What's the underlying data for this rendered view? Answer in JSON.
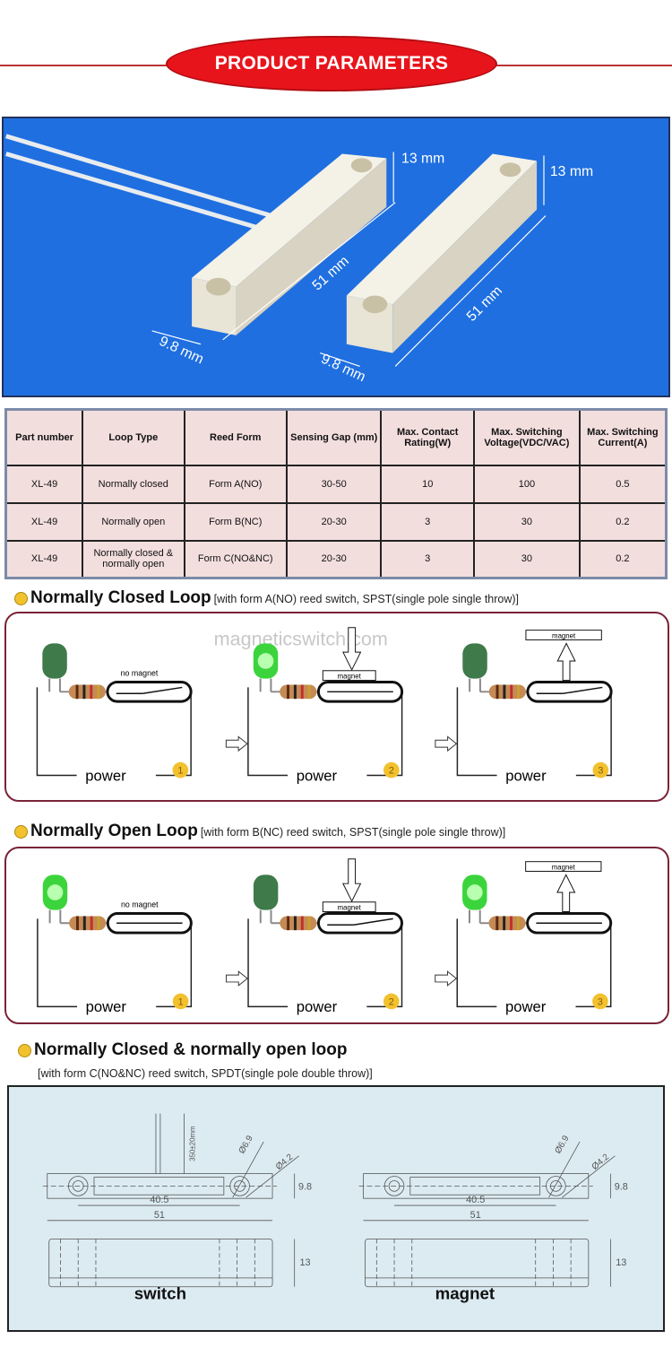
{
  "header": {
    "title": "PRODUCT PARAMETERS",
    "accent": "#e8141b"
  },
  "photo": {
    "labels": {
      "height": "13 mm",
      "length": "51 mm",
      "width": "9.8 mm"
    },
    "background": "#1f6fe0"
  },
  "table": {
    "headers": [
      "Part number",
      "Loop Type",
      "Reed Form",
      "Sensing Gap (mm)",
      "Max. Contact Rating(W)",
      "Max. Switching Voltage(VDC/VAC)",
      "Max. Switching Current(A)"
    ],
    "rows": [
      [
        "XL-49",
        "Normally closed",
        "Form A(NO)",
        "30-50",
        "10",
        "100",
        "0.5"
      ],
      [
        "XL-49",
        "Normally open",
        "Form B(NC)",
        "20-30",
        "3",
        "30",
        "0.2"
      ],
      [
        "XL-49",
        "Normally closed & normally open",
        "Form C(NO&NC)",
        "20-30",
        "3",
        "30",
        "0.2"
      ]
    ]
  },
  "loops": [
    {
      "title": "Normally Closed Loop",
      "note": "[with form A(NO) reed switch, SPST(single pole single throw)]",
      "watermark": "magneticswitch.com",
      "steps": [
        {
          "led": "off",
          "magnet_label": "no magnet",
          "magnet": "none",
          "switch": "open",
          "power": "power",
          "num": "1"
        },
        {
          "led": "on",
          "magnet_label": "magnet",
          "magnet": "down",
          "switch": "closed",
          "power": "power",
          "num": "2"
        },
        {
          "led": "off",
          "magnet_label": "magnet",
          "magnet": "up",
          "switch": "open",
          "power": "power",
          "num": "3"
        }
      ]
    },
    {
      "title": "Normally Open Loop",
      "note": "[with form B(NC) reed switch, SPST(single pole single throw)]",
      "steps": [
        {
          "led": "on",
          "magnet_label": "no magnet",
          "magnet": "none",
          "switch": "closed",
          "power": "power",
          "num": "1"
        },
        {
          "led": "off",
          "magnet_label": "magnet",
          "magnet": "down",
          "switch": "open",
          "power": "power",
          "num": "2"
        },
        {
          "led": "on",
          "magnet_label": "magnet",
          "magnet": "up",
          "switch": "closed",
          "power": "power",
          "num": "3"
        }
      ]
    }
  ],
  "form_c": {
    "title": "Normally Closed &  normally open loop",
    "note": "[with form C(NO&NC) reed switch, SPDT(single pole double throw)]",
    "drawings": [
      {
        "caption": "switch",
        "lead": "350±20mm"
      },
      {
        "caption": "magnet"
      }
    ],
    "dims": {
      "outer_hole": "Ø6.9",
      "inner_hole": "Ø4.2",
      "width": "9.8",
      "hole_span": "40.5",
      "length": "51",
      "height": "13"
    }
  }
}
